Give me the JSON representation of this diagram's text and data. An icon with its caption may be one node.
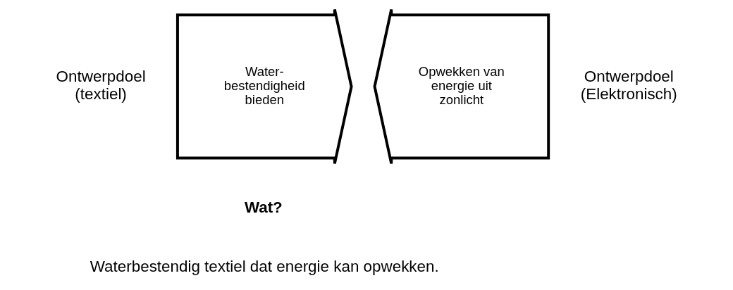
{
  "diagram": {
    "nodes": [
      {
        "text": [
          "Water- bestendigheid bieden"
        ],
        "beside": [
          "Ontwerpdoel (textiel)"
        ]
      },
      {
        "text": [
          "Opwekken van energie uit zonlicht"
        ],
        "beside": [
          "Ontwerpdoel (Elektronisch)"
        ]
      }
    ],
    "labels": [
      "Wat?",
      "Waterbestendig textiel dat energie kan opwekken."
    ]
  }
}
